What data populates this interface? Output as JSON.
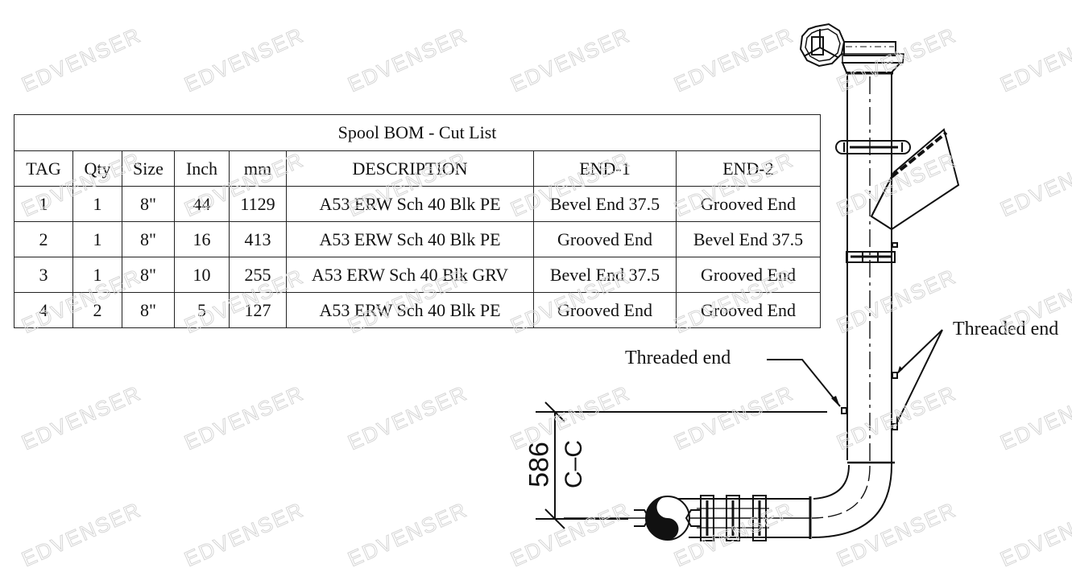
{
  "bom_table": {
    "title": "Spool BOM - Cut List",
    "columns": [
      "TAG",
      "Qty",
      "Size",
      "Inch",
      "mm",
      "DESCRIPTION",
      "END-1",
      "END-2"
    ],
    "rows": [
      {
        "tag": "1",
        "qty": "1",
        "size": "8\"",
        "inch": "44",
        "mm": "1129",
        "description": "A53 ERW Sch 40 Blk PE",
        "end1": "Bevel End 37.5",
        "end2": "Grooved End"
      },
      {
        "tag": "2",
        "qty": "1",
        "size": "8\"",
        "inch": "16",
        "mm": "413",
        "description": "A53 ERW Sch 40 Blk PE",
        "end1": "Grooved End",
        "end2": "Bevel End 37.5"
      },
      {
        "tag": "3",
        "qty": "1",
        "size": "8\"",
        "inch": "10",
        "mm": "255",
        "description": "A53 ERW Sch 40 Blk GRV",
        "end1": "Bevel End 37.5",
        "end2": "Grooved End"
      },
      {
        "tag": "4",
        "qty": "2",
        "size": "8\"",
        "inch": "5",
        "mm": "127",
        "description": "A53 ERW Sch 40 Blk PE",
        "end1": "Grooved End",
        "end2": "Grooved End"
      }
    ]
  },
  "drawing": {
    "callout_left": "Threaded end",
    "callout_right": "Threaded end",
    "dimension_value": "586",
    "dimension_ref": "C–C",
    "watermark": "EDVENSER"
  }
}
